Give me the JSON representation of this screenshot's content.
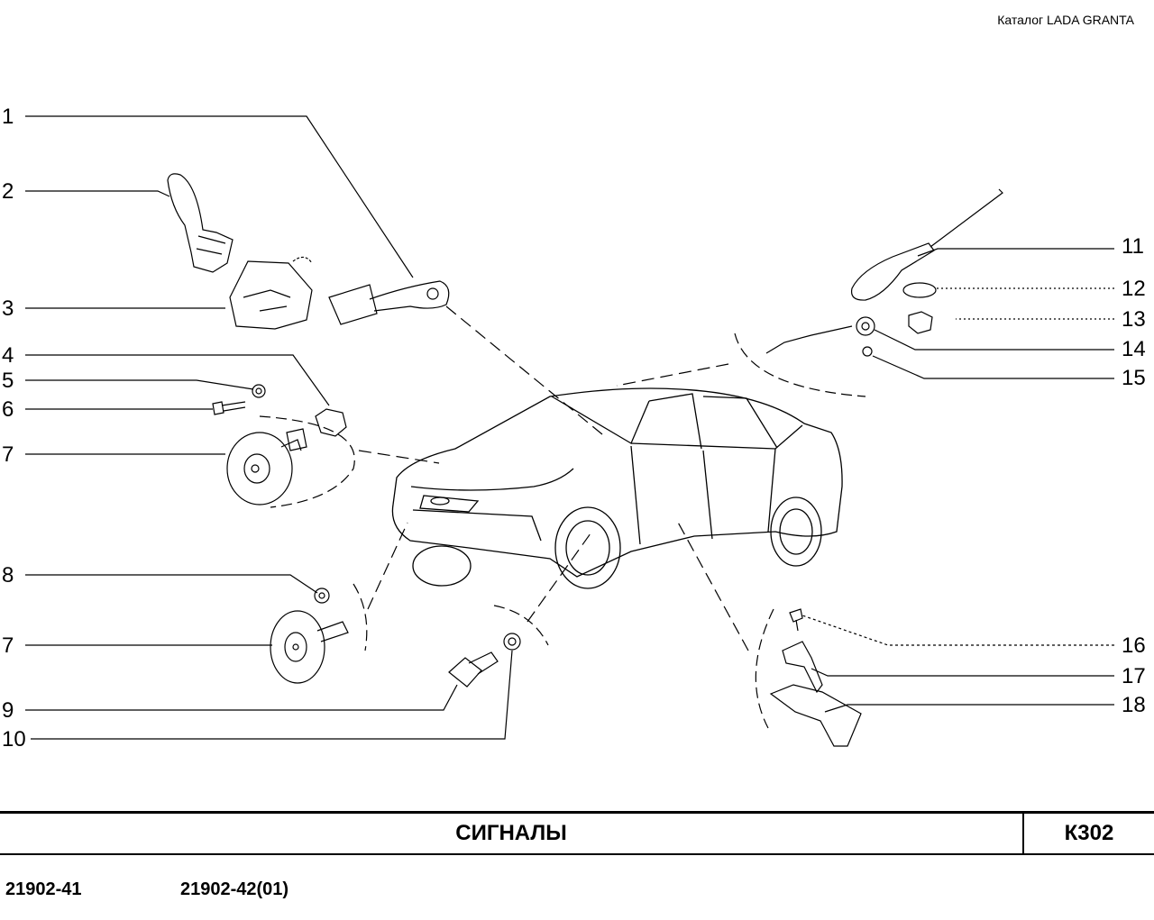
{
  "header": {
    "catalog": "Каталог LADA  GRANTA"
  },
  "callouts": {
    "n1": "1",
    "n2": "2",
    "n3": "3",
    "n4": "4",
    "n5": "5",
    "n6": "6",
    "n7a": "7",
    "n7b": "7",
    "n8": "8",
    "n9": "9",
    "n10": "10",
    "n11": "11",
    "n12": "12",
    "n13": "13",
    "n14": "14",
    "n15": "15",
    "n16": "16",
    "n17": "17",
    "n18": "18"
  },
  "title_block": {
    "title": "СИГНАЛЫ",
    "code": "К302"
  },
  "models": {
    "m1": "21902-41",
    "m2": "21902-42(01)"
  }
}
